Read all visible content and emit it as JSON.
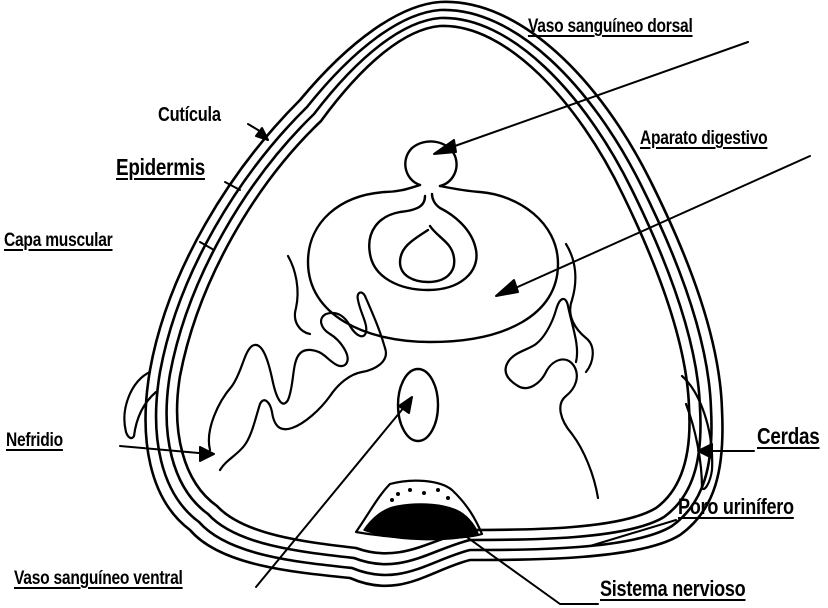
{
  "diagram": {
    "labels": {
      "vaso_dorsal": "Vaso sanguíneo dorsal",
      "cuticula": "Cutícula",
      "aparato_digestivo": "Aparato digestivo",
      "epidermis": "Epidermis",
      "capa_muscular": "Capa muscular",
      "nefridio": "Nefridio",
      "cerdas": "Cerdas",
      "poro_urinifero": "Poro urinífero",
      "vaso_ventral": "Vaso sanguíneo ventral",
      "sistema_nervioso": "Sistema nervioso"
    },
    "colors": {
      "ink": "#000000",
      "background": "#ffffff"
    }
  }
}
